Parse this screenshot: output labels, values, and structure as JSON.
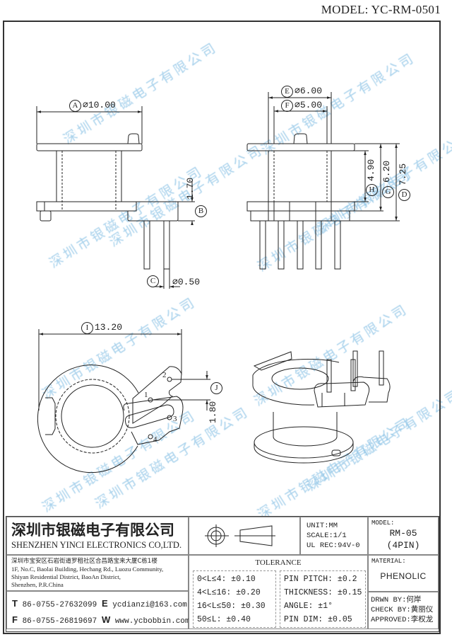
{
  "header": {
    "model": "MODEL: YC-RM-0501"
  },
  "watermark": "深圳市银磁电子有限公司",
  "views": {
    "side_view_left": {
      "dim_a": {
        "tag": "A",
        "value": "⌀10.00"
      },
      "dim_b": {
        "tag": "B",
        "value": "1.70"
      },
      "dim_c": {
        "tag": "C",
        "value": "⌀0.50"
      }
    },
    "side_view_right": {
      "dim_e": {
        "tag": "E",
        "value": "⌀6.00"
      },
      "dim_f": {
        "tag": "F",
        "value": "⌀5.00"
      },
      "dim_h": {
        "tag": "H",
        "value": "4.90"
      },
      "dim_g": {
        "tag": "G",
        "value": "6.20"
      },
      "dim_d": {
        "tag": "D",
        "value": "7.25"
      }
    },
    "bottom_view": {
      "dim_i": {
        "tag": "I",
        "value": "13.20"
      },
      "dim_j": {
        "tag": "J",
        "value": "1.80"
      },
      "pins": [
        "1",
        "2",
        "3",
        "4"
      ]
    }
  },
  "title_block": {
    "company_cn": "深圳市银磁电子有限公司",
    "company_en": "SHENZHEN YINCI ELECTRONICS CO,LTD.",
    "address_cn": "深圳市宝安区石岩街道罗租社区合昌路宝来大厦C栋1楼",
    "address_en": [
      "1F, No.C, Baolai Building, Hechang Rd., Luozu Community,",
      "Shiyan Residential District, BaoAn District,",
      "Shenzhen, P.R.China"
    ],
    "contacts": {
      "t_label": "T",
      "t_value": "86-0755-27632099",
      "f_label": "F",
      "f_value": "86-0755-26819697",
      "e_label": "E",
      "e_value": "ycdianzi@163.com",
      "w_label": "W",
      "w_value": "www.ycbobbin.com"
    },
    "unit": "UNIT:MM",
    "scale": "SCALE:1/1",
    "ul": "UL REC:94V-0",
    "model_label": "MODEL:",
    "model_value": "RM-05",
    "model_pins": "(4PIN)",
    "tolerance_label": "TOLERANCE",
    "tolerance_left": [
      "0<L≤4: ±0.10",
      "4<L≤16: ±0.20",
      "16<L≤50: ±0.30",
      "50≤L: ±0.40"
    ],
    "tolerance_right": [
      "PIN PITCH: ±0.2",
      "THICKNESS: ±0.15",
      "ANGLE: ±1°",
      "PIN DIM: ±0.05"
    ],
    "material_label": "MATERIAL:",
    "material_value": "PHENOLIC",
    "drawn_by": "DRWN BY:何岸",
    "check_by": "CHECK BY:黄丽仪",
    "approved": "APPROVED:李权龙"
  }
}
